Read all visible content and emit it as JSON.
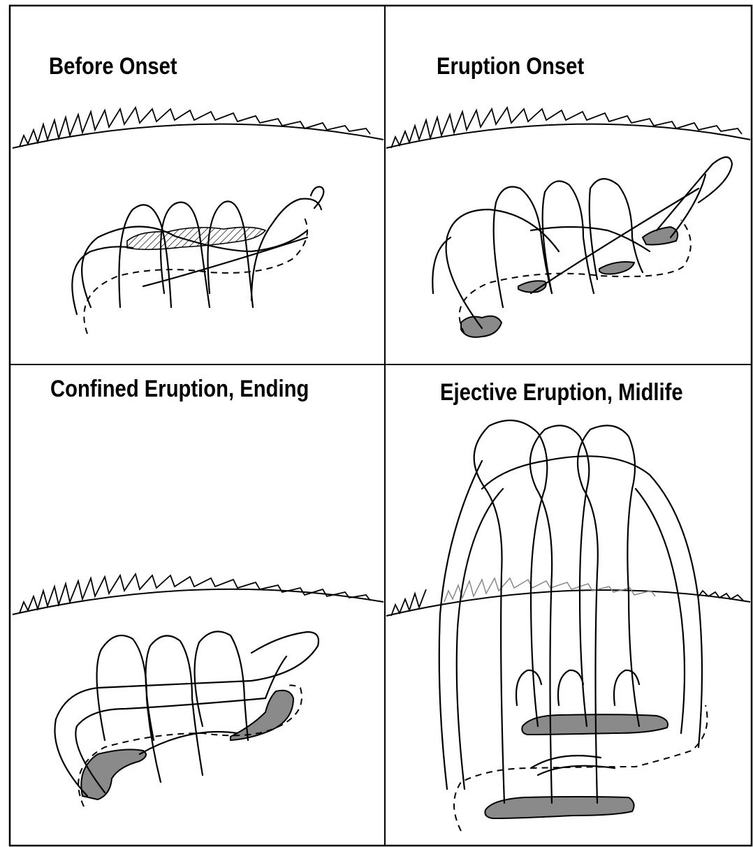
{
  "panels": [
    {
      "title": "Before Onset"
    },
    {
      "title": "Eruption Onset"
    },
    {
      "title": "Confined Eruption, Ending"
    },
    {
      "title": "Ejective Eruption, Midlife"
    }
  ],
  "colors": {
    "line": "#000000",
    "ribbon": "#8a8a8a",
    "background": "#ffffff"
  }
}
